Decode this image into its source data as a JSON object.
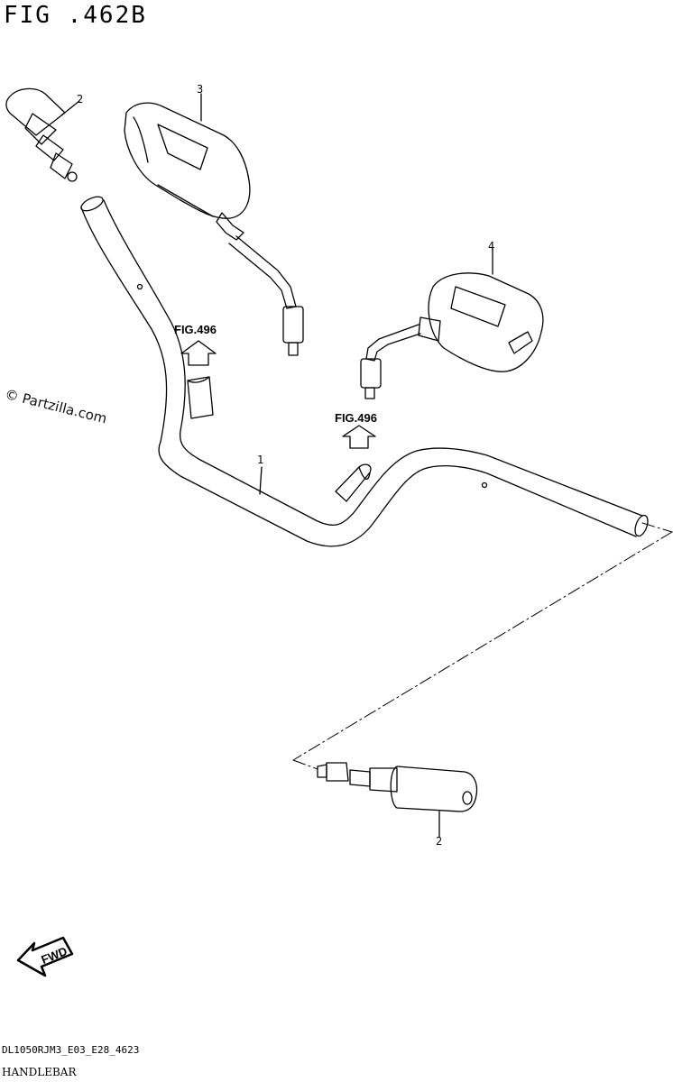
{
  "figure": {
    "title": "FIG .462B",
    "watermark": "© Partzilla.com",
    "fig_refs": [
      "FIG.496",
      "FIG.496"
    ],
    "callouts": {
      "bar_end_left": "2",
      "mirror_right": "3",
      "mirror_left": "4",
      "handlebar": "1",
      "bar_end_right": "2"
    },
    "fwd_label": "FWD",
    "model_code": "DL1050RJM3_E03_E28_4623",
    "part_name": "HANDLEBAR"
  },
  "colors": {
    "line": "#000000",
    "background": "#ffffff"
  },
  "icons": [
    "fwd-arrow-icon",
    "up-arrow-icon"
  ]
}
